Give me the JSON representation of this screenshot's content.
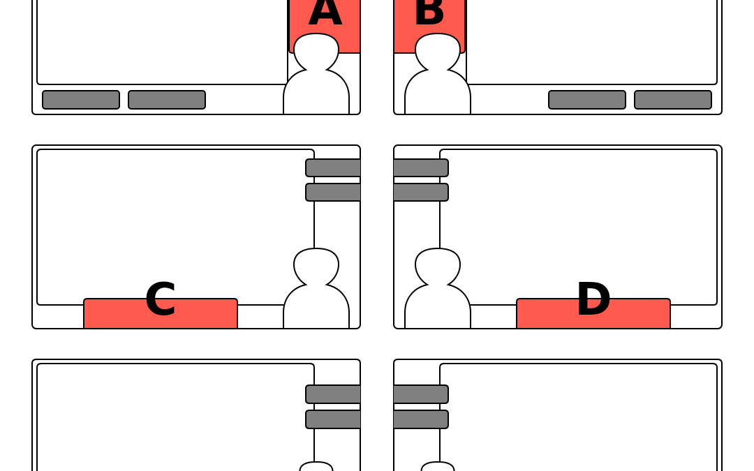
{
  "colors": {
    "background": "#ffffff",
    "outline": "#000000",
    "control_bar": "#808080",
    "highlight": "#ff5a4d"
  },
  "panels": [
    {
      "id": "panel-a",
      "variant": "top-left",
      "label": "A",
      "highlight": "self-view"
    },
    {
      "id": "panel-b",
      "variant": "top-right",
      "label": "B",
      "highlight": "self-view"
    },
    {
      "id": "panel-c",
      "variant": "middle-left",
      "label": "C",
      "highlight": "bottom-bar"
    },
    {
      "id": "panel-d",
      "variant": "middle-right",
      "label": "D",
      "highlight": "bottom-bar"
    },
    {
      "id": "panel-e",
      "variant": "bottom-left",
      "label": "",
      "highlight": "none"
    },
    {
      "id": "panel-f",
      "variant": "bottom-right",
      "label": "",
      "highlight": "none"
    }
  ]
}
